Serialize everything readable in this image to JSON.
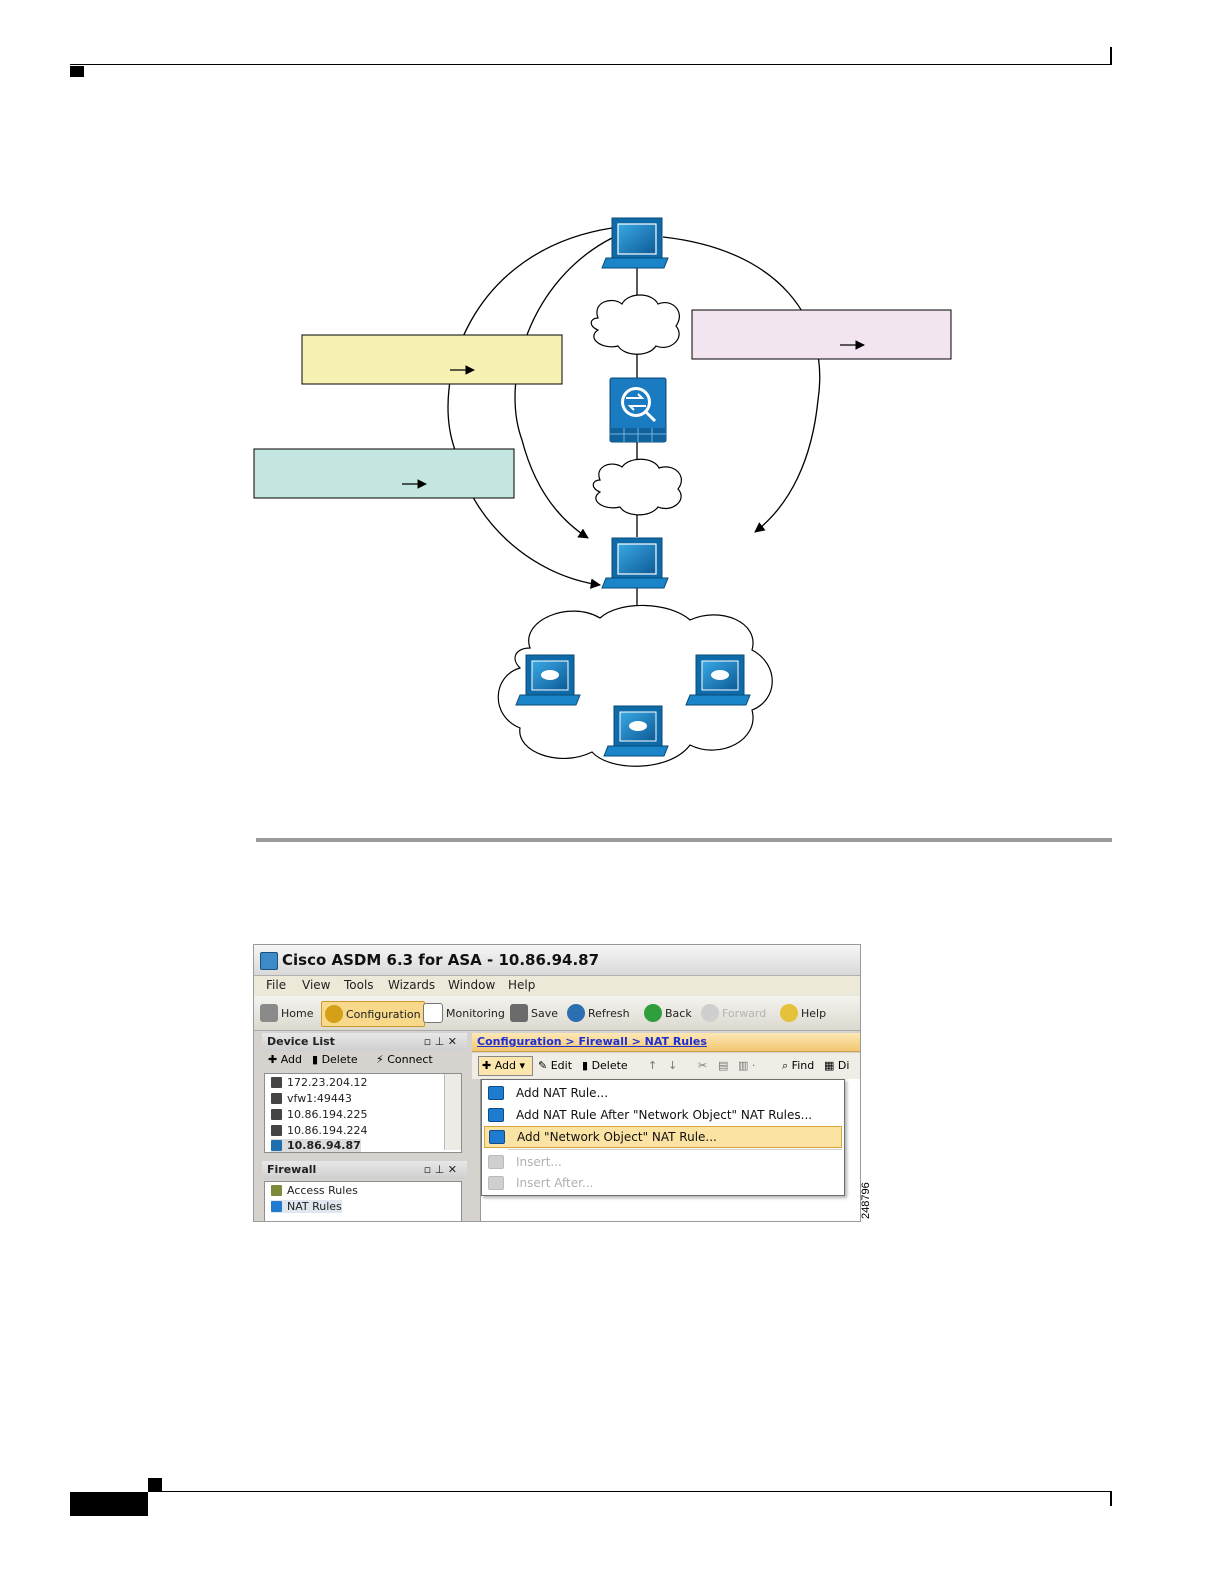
{
  "figure_id": "248796",
  "asdm": {
    "window_title": "Cisco ASDM 6.3 for ASA - 10.86.94.87",
    "menu": [
      "File",
      "View",
      "Tools",
      "Wizards",
      "Window",
      "Help"
    ],
    "toolbar": {
      "home": "Home",
      "configuration": "Configuration",
      "monitoring": "Monitoring",
      "save": "Save",
      "refresh": "Refresh",
      "back": "Back",
      "forward": "Forward",
      "help": "Help"
    },
    "device_list": {
      "title": "Device List",
      "add": "Add",
      "delete": "Delete",
      "connect": "Connect",
      "devices": [
        "172.23.204.12",
        "vfw1:49443",
        "10.86.194.225",
        "10.86.194.224",
        "10.86.94.87"
      ]
    },
    "firewall": {
      "title": "Firewall",
      "items": [
        "Access Rules",
        "NAT Rules"
      ]
    },
    "breadcrumb": "Configuration > Firewall > NAT Rules",
    "content_toolbar": {
      "add": "Add",
      "edit": "Edit",
      "delete": "Delete",
      "find": "Find",
      "diagram": "Di"
    },
    "add_menu": [
      "Add NAT Rule...",
      "Add NAT Rule After \"Network Object\" NAT Rules...",
      "Add \"Network Object\" NAT Rule...",
      "Insert...",
      "Insert After..."
    ]
  },
  "colors": {
    "yellow_box": "#f7f1b3",
    "pink_box": "#f3e5ef",
    "teal_box": "#c3e6e1",
    "device_blue": "#1776b9",
    "highlight": "#fbe3a4"
  }
}
